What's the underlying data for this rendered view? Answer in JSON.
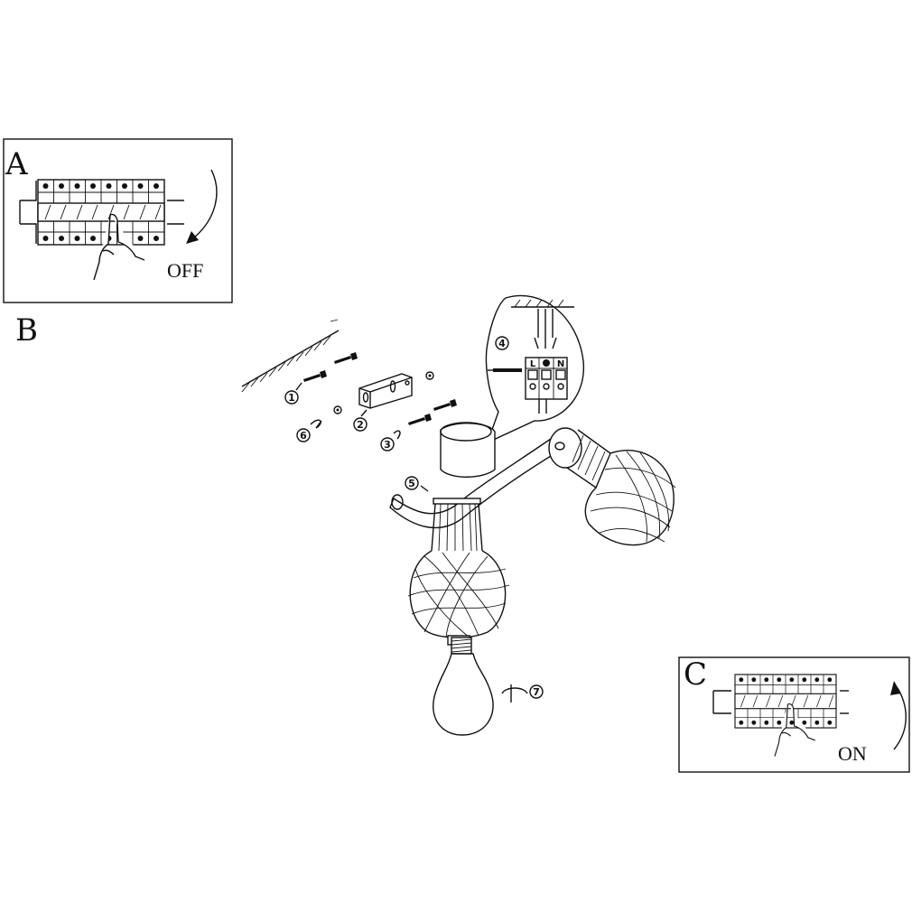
{
  "panel_a": {
    "letter": "A",
    "state": "OFF"
  },
  "panel_b": {
    "letter": "B"
  },
  "panel_c": {
    "letter": "C",
    "state": "ON"
  },
  "steps": [
    "1",
    "2",
    "3",
    "4",
    "5",
    "6",
    "7"
  ],
  "terminal_block": {
    "labels": [
      "L",
      "N"
    ]
  }
}
